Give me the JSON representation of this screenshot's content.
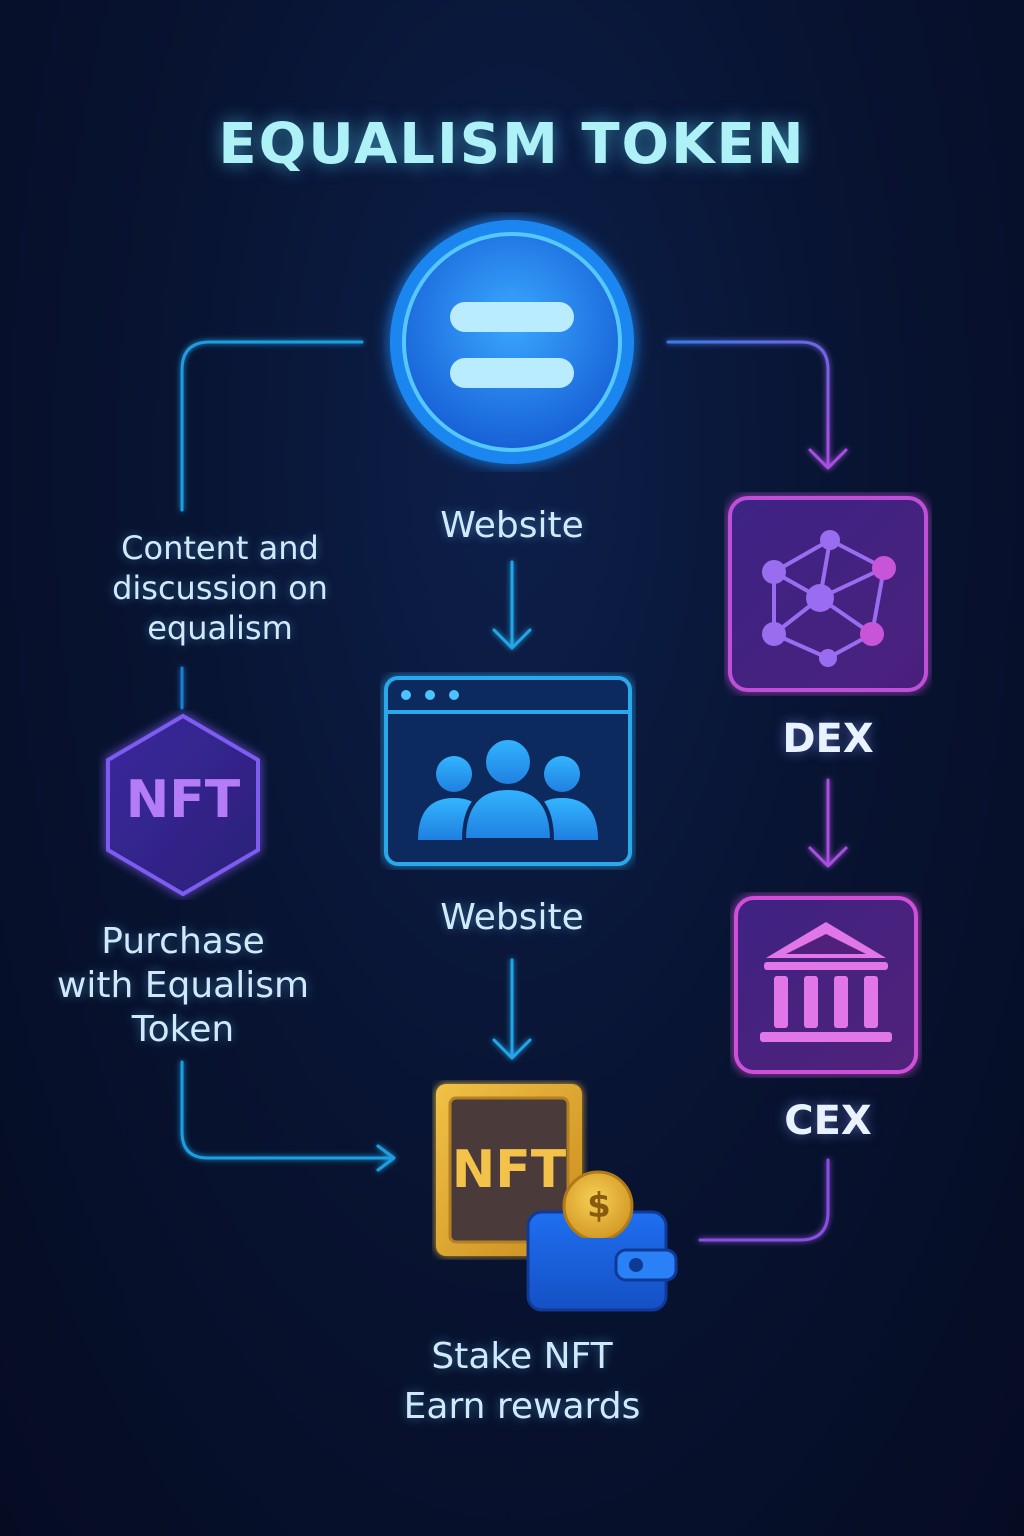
{
  "title": "EQUALISM TOKEN",
  "nodes": {
    "token_label": "Website",
    "website_label": "Website",
    "content_label": "Content and\ndiscussion on\nequalism",
    "nft_badge_text": "NFT",
    "purchase_label": "Purchase\nwith Equalism\nToken",
    "dex_label": "DEX",
    "cex_label": "CEX",
    "stake_nft_text": "NFT",
    "coin_symbol": "$",
    "stake_label": "Stake NFT\nEarn rewards"
  },
  "colors": {
    "cyan": "#23a6e8",
    "violet": "#9b4de0",
    "gold": "#e8b43a",
    "background": "#081433"
  },
  "icons": [
    "equals-icon",
    "network-icon",
    "browser-users-icon",
    "bank-icon",
    "nft-hexagon-icon",
    "nft-card-icon",
    "wallet-icon",
    "coin-icon"
  ]
}
